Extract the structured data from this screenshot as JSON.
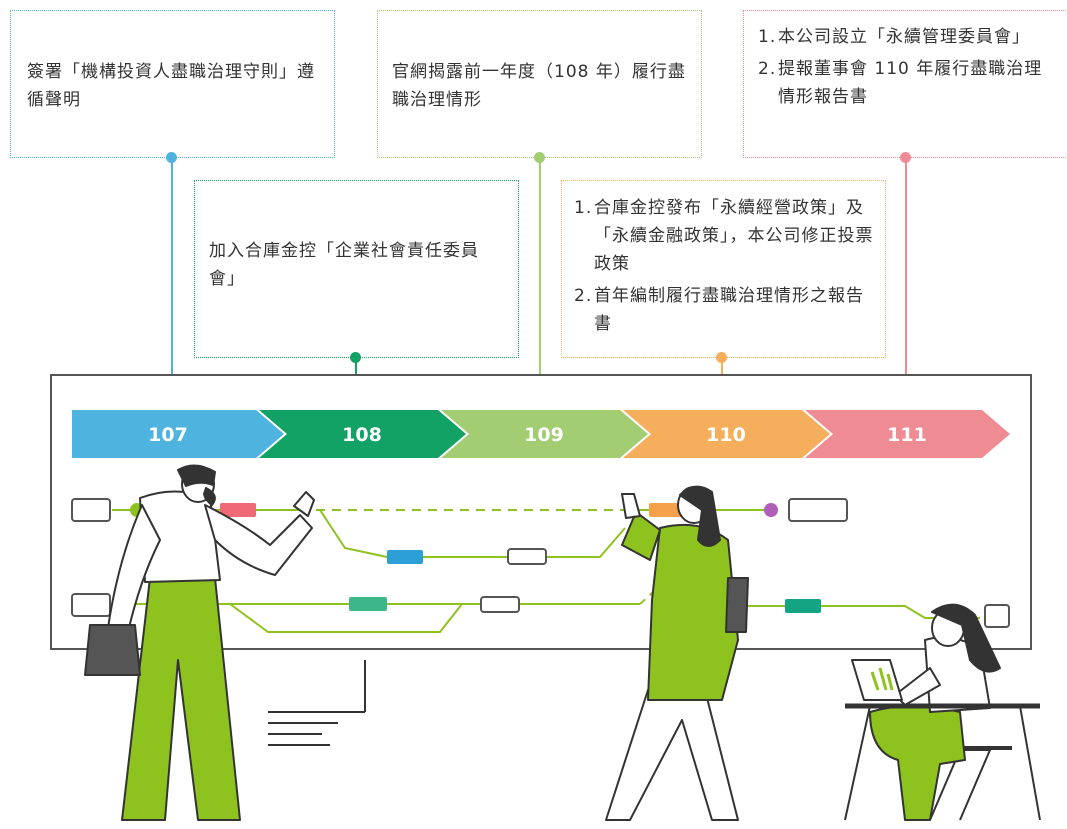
{
  "colors": {
    "blue": "#4fb3df",
    "darkgreen": "#12a266",
    "lightgreen": "#a2cd72",
    "orange": "#f5ae5b",
    "pink": "#ef8b93",
    "figure_green": "#8ec21f"
  },
  "milestones": [
    {
      "year": "107",
      "color": "#4fb3df",
      "text": "簽署「機構投資人盡職治理守則」遵循聲明",
      "items": []
    },
    {
      "year": "108",
      "color": "#12a266",
      "text": "加入合庫金控「企業社會責任委員會」",
      "items": []
    },
    {
      "year": "109",
      "color": "#a2cd72",
      "text": "官網揭露前一年度（108 年）履行盡職治理情形",
      "items": []
    },
    {
      "year": "110",
      "color": "#f5ae5b",
      "text": "",
      "items": [
        {
          "num": "1.",
          "text": "合庫金控發布「永續經營政策」及「永續金融政策」，本公司修正投票政策"
        },
        {
          "num": "2.",
          "text": "首年編制履行盡職治理情形之報告書"
        }
      ]
    },
    {
      "year": "111",
      "color": "#ef8b93",
      "text": "",
      "items": [
        {
          "num": "1.",
          "text": "本公司設立「永續管理委員會」"
        },
        {
          "num": "2.",
          "text": "提報董事會 110 年履行盡職治理情形報告書"
        }
      ]
    }
  ]
}
